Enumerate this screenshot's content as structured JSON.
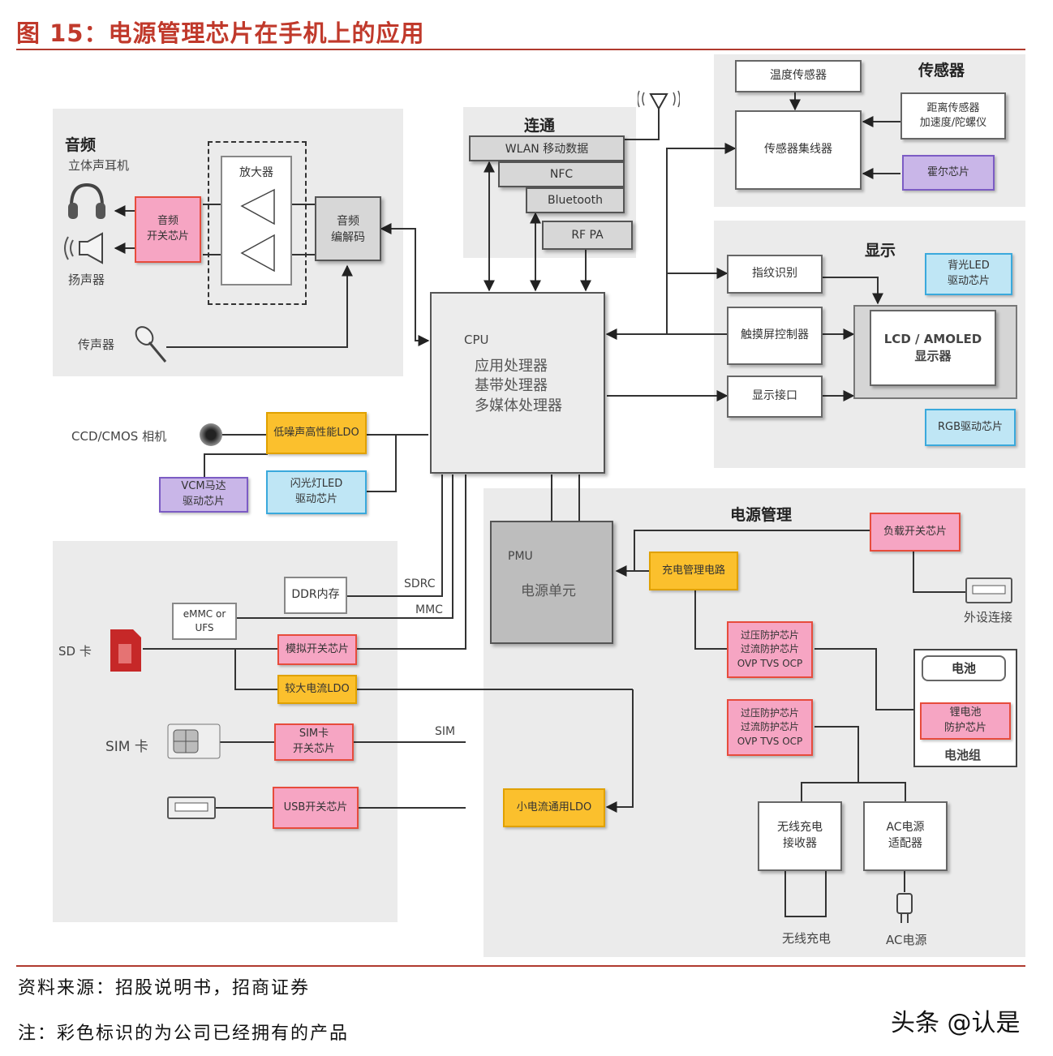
{
  "header": {
    "title": "图 15：电源管理芯片在手机上的应用"
  },
  "audio": {
    "heading": "音频",
    "stereo_headphones": "立体声耳机",
    "speaker": "扬声器",
    "microphone": "传声器",
    "amplifier": "放大器",
    "audio_switch_chip": "音频\n开关芯片",
    "audio_codec": "音频\n编解码"
  },
  "connectivity": {
    "heading": "连通",
    "wlan": "WLAN  移动数据",
    "nfc": "NFC",
    "bluetooth": "Bluetooth",
    "rf_pa": "RF PA"
  },
  "sensors": {
    "heading": "传感器",
    "temperature_sensor": "温度传感器",
    "sensor_hub": "传感器集线器",
    "proximity_accel_gyro": "距离传感器\n加速度/陀螺仪",
    "hall_chip": "霍尔芯片"
  },
  "display": {
    "heading": "显示",
    "fingerprint": "指纹识别",
    "touch_controller": "触摸屏控制器",
    "display_interface": "显示接口",
    "backlight_driver": "背光LED\n驱动芯片",
    "panel": "LCD / AMOLED\n显示器",
    "rgb_driver": "RGB驱动芯片"
  },
  "cpu": {
    "label": "CPU",
    "functions": "应用处理器\n基带处理器\n多媒体处理器"
  },
  "camera": {
    "label": "CCD/CMOS 相机",
    "ldo_low_noise": "低噪声高性能LDO",
    "vcm_driver": "VCM马达\n驱动芯片",
    "flash_led_driver": "闪光灯LED\n驱动芯片"
  },
  "memory": {
    "ddr": "DDR内存",
    "emmc_ufs": "eMMC  or\nUFS",
    "sdrc": "SDRC",
    "mmc": "MMC",
    "sd_card": "SD 卡",
    "analog_switch": "模拟开关芯片",
    "high_current_ldo": "较大电流LDO",
    "sim_card": "SIM 卡",
    "sim_switch": "SIM卡\n开关芯片",
    "sim": "SIM",
    "usb_switch": "USB开关芯片"
  },
  "power": {
    "heading": "电源管理",
    "pmu_label": "PMU",
    "pmu_name": "电源单元",
    "charge_mgmt": "充电管理电路",
    "load_switch": "负载开关芯片",
    "peripheral": "外设连接",
    "protection_1": "过压防护芯片\n过流防护芯片\nOVP  TVS  OCP",
    "protection_2": "过压防护芯片\n过流防护芯片\nOVP  TVS  OCP",
    "battery": "电池",
    "li_protect": "锂电池\n防护芯片",
    "battery_pack": "电池组",
    "small_ldo": "小电流通用LDO",
    "wireless_receiver": "无线充电\n接收器",
    "ac_adapter": "AC电源\n适配器",
    "wireless_charging": "无线充电",
    "ac_power": "AC电源"
  },
  "footer": {
    "source": "资料来源：招股说明书，招商证券",
    "note": "注：彩色标识的为公司已经拥有的产品",
    "watermark": "头条 @认是"
  },
  "colors": {
    "title_red": "#c0392b",
    "pink_chip": "#f6a5c3",
    "yellow_chip": "#fbc02d",
    "purple_chip": "#c9b6e8",
    "cyan_chip": "#bfe6f5",
    "panel_gray": "#ebebeb"
  }
}
